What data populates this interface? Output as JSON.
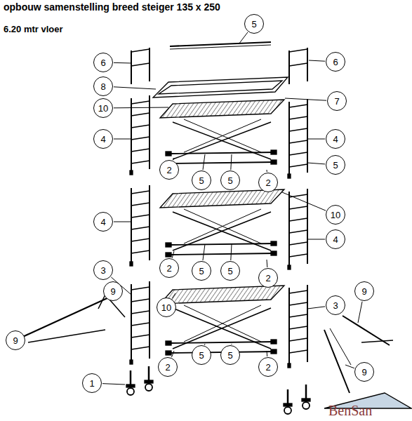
{
  "diagram": {
    "title": "opbouw samenstelling breed steiger 135 x 250",
    "nodes": [
      {
        "text": [
          "5"
        ]
      },
      {
        "text": [
          "6"
        ]
      },
      {
        "text": [
          "6"
        ]
      },
      {
        "text": [
          "8"
        ]
      },
      {
        "text": [
          "7"
        ]
      },
      {
        "text": [
          "10"
        ]
      },
      {
        "text": [
          "4"
        ]
      },
      {
        "text": [
          "4"
        ]
      },
      {
        "text": [
          "5"
        ]
      },
      {
        "text": [
          "2"
        ]
      },
      {
        "text": [
          "5"
        ]
      },
      {
        "text": [
          "5"
        ]
      },
      {
        "text": [
          "2"
        ]
      },
      {
        "text": [
          "10"
        ]
      },
      {
        "text": [
          "4"
        ]
      },
      {
        "text": [
          "4"
        ]
      },
      {
        "text": [
          "2"
        ]
      },
      {
        "text": [
          "3"
        ]
      },
      {
        "text": [
          "5"
        ]
      },
      {
        "text": [
          "5"
        ]
      },
      {
        "text": [
          "2"
        ]
      },
      {
        "text": [
          "9"
        ]
      },
      {
        "text": [
          "9"
        ]
      },
      {
        "text": [
          "3"
        ]
      },
      {
        "text": [
          "10"
        ]
      },
      {
        "text": [
          "9"
        ]
      },
      {
        "text": [
          "5"
        ]
      },
      {
        "text": [
          "5"
        ]
      },
      {
        "text": [
          "2"
        ]
      },
      {
        "text": [
          "2"
        ]
      },
      {
        "text": [
          "9"
        ]
      },
      {
        "text": [
          "1"
        ]
      }
    ],
    "labels": [
      "6.20 mtr vloer",
      "BenSan"
    ]
  }
}
